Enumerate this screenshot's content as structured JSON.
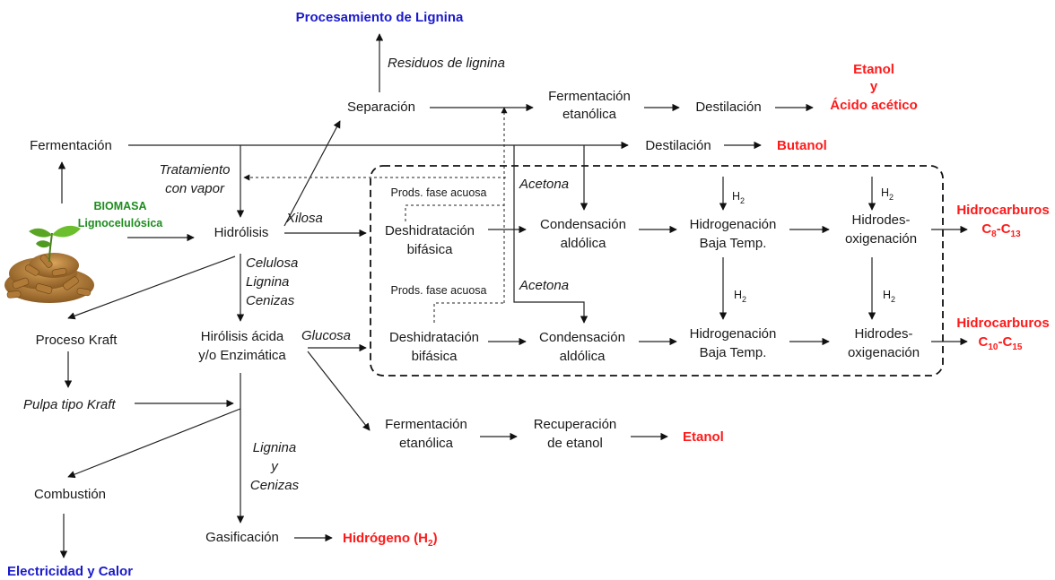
{
  "nodes": {
    "biomasa_line1": "BIOMASA",
    "biomasa_line2": "Lignocelulósica",
    "fermentacion": "Fermentación",
    "tratamiento_line1": "Tratamiento",
    "tratamiento_line2": "con vapor",
    "hidrolisis": "Hidrólisis",
    "separacion": "Separación",
    "residuos_lignina": "Residuos de lignina",
    "procesamiento_lignina": "Procesamiento de Lignina",
    "xilosa": "Xilosa",
    "celulosa": "Celulosa",
    "lignina": "Lignina",
    "cenizas": "Cenizas",
    "proceso_kraft": "Proceso Kraft",
    "pulpa_kraft": "Pulpa tipo Kraft",
    "hidrolisis_acida_line1": "Hirólisis ácida",
    "hidrolisis_acida_line2": "y/o Enzimática",
    "glucosa": "Glucosa",
    "lignina_y_line1": "Lignina",
    "lignina_y_line2": "y",
    "lignina_y_line3": "Cenizas",
    "combustion": "Combustión",
    "electricidad_calor": "Electricidad y Calor",
    "gasificacion": "Gasificación",
    "hidrogeno_main": "Hidrógeno (H",
    "hidrogeno_sub": "2",
    "hidrogeno_close": ")",
    "ferm_etanolica_top_line1": "Fermentación",
    "ferm_etanolica_top_line2": "etanólica",
    "destilacion_top": "Destilación",
    "etanol_ac_line1": "Etanol",
    "etanol_ac_line2": "y",
    "etanol_ac_line3": "Ácido acético",
    "destilacion_butanol": "Destilación",
    "butanol": "Butanol",
    "prods_fase_acuosa_1": "Prods. fase acuosa",
    "prods_fase_acuosa_2": "Prods. fase acuosa",
    "acetona_1": "Acetona",
    "acetona_2": "Acetona",
    "deshidratacion_1_line1": "Deshidratación",
    "deshidratacion_1_line2": "bifásica",
    "deshidratacion_2_line1": "Deshidratación",
    "deshidratacion_2_line2": "bifásica",
    "condensacion_1_line1": "Condensación",
    "condensacion_1_line2": "aldólica",
    "condensacion_2_line1": "Condensación",
    "condensacion_2_line2": "aldólica",
    "hidrogenacion_1_line1": "Hidrogenación",
    "hidrogenacion_1_line2": "Baja Temp.",
    "hidrogenacion_2_line1": "Hidrogenación",
    "hidrogenacion_2_line2": "Baja Temp.",
    "hidrodes_1_line1": "Hidrodes-",
    "hidrodes_1_line2": "oxigenación",
    "hidrodes_2_line1": "Hidrodes-",
    "hidrodes_2_line2": "oxigenación",
    "h2_label": "H",
    "h2_sub": "2",
    "hidrocarburos_1": "Hidrocarburos",
    "hc1_c": "C",
    "hc1_s1": "8",
    "hc1_dash": "-C",
    "hc1_s2": "13",
    "hidrocarburos_2": "Hidrocarburos",
    "hc2_c": "C",
    "hc2_s1": "10",
    "hc2_dash": "-C",
    "hc2_s2": "15",
    "ferm_etanolica_bot_line1": "Fermentación",
    "ferm_etanolica_bot_line2": "etanólica",
    "recuperacion_line1": "Recuperación",
    "recuperacion_line2": "de etanol",
    "etanol": "Etanol"
  },
  "colors": {
    "product_red": "#ff1a1a",
    "lignina_blue": "#1a1acc",
    "biomasa_green": "#1e8c1e"
  },
  "icons": {
    "biomass": "wood-pellets-with-seedling-icon"
  }
}
